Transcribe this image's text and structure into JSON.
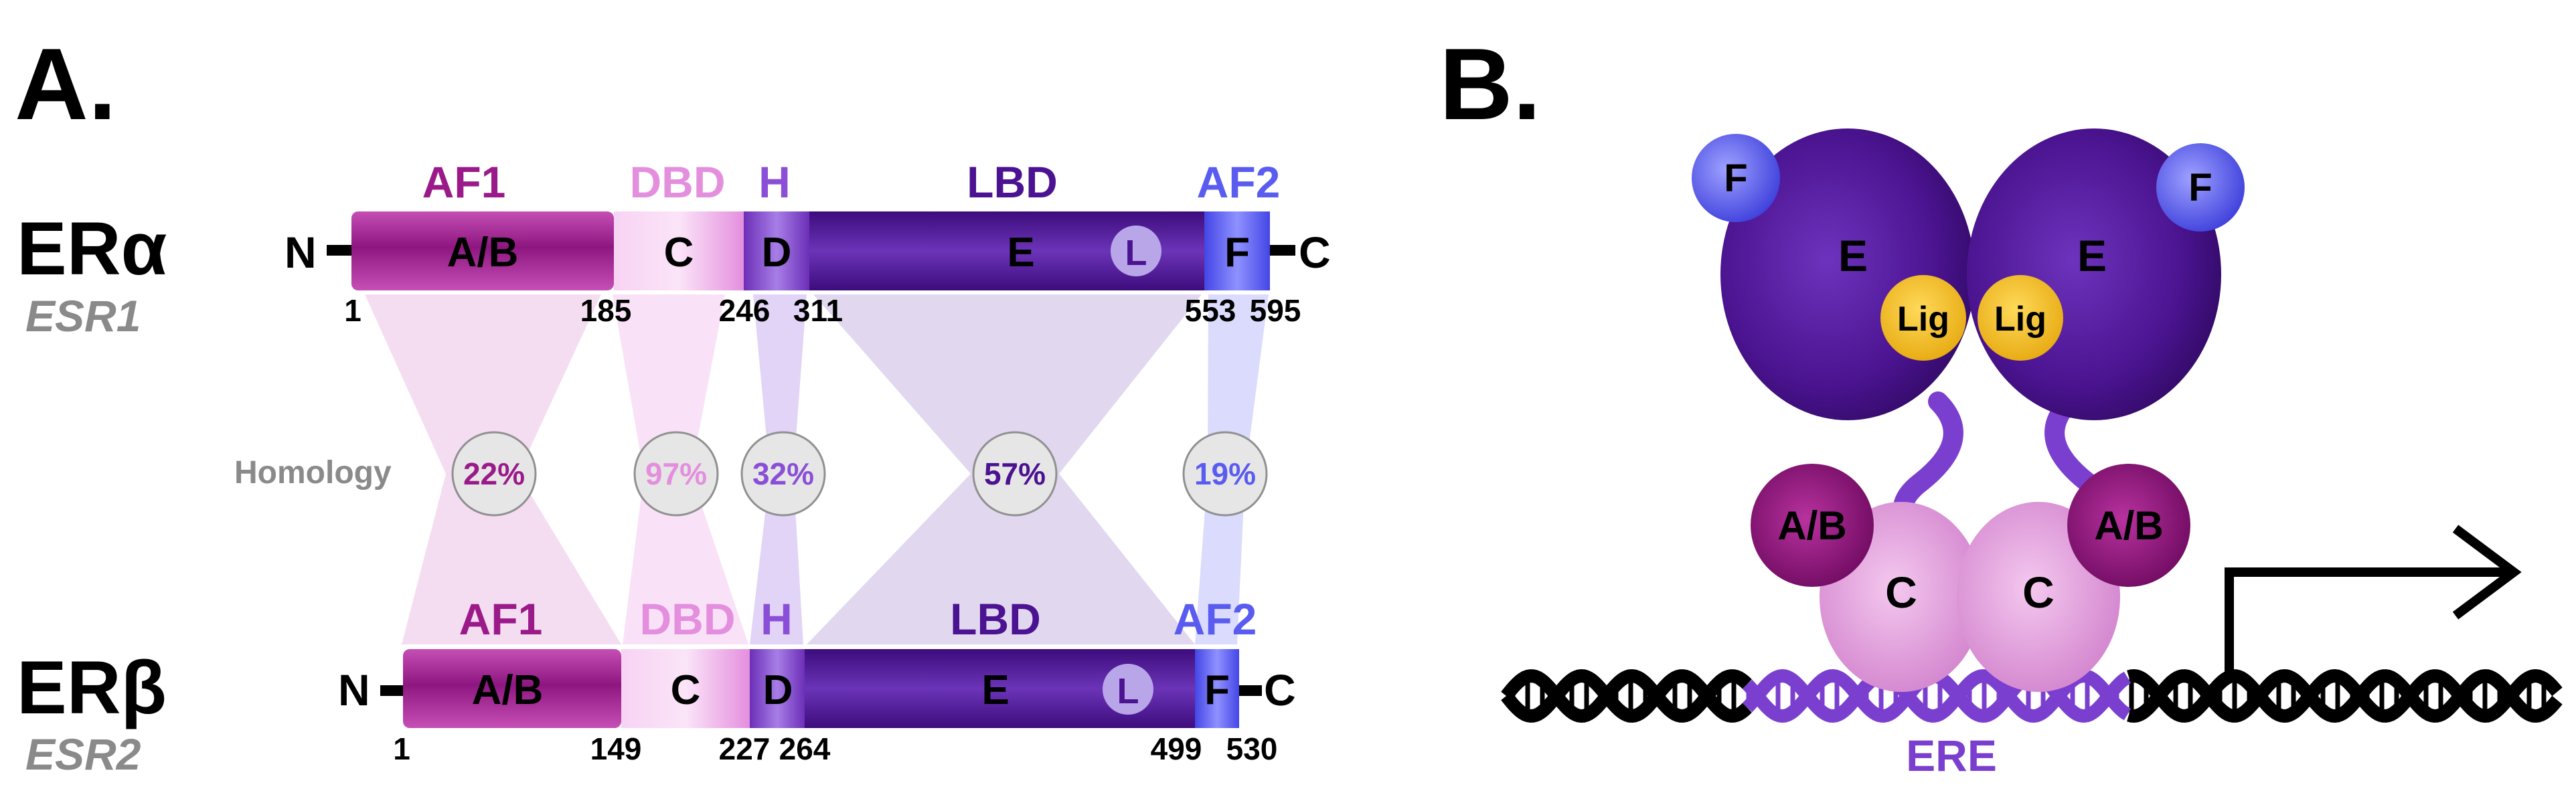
{
  "panel_a": {
    "label": "A.",
    "era": {
      "name": "ERα",
      "gene": "ESR1",
      "n_term": "N",
      "c_term": "C",
      "headers": [
        "AF1",
        "DBD",
        "H",
        "LBD",
        "AF2"
      ],
      "domains": [
        "A/B",
        "C",
        "D",
        "E",
        "F"
      ],
      "ligand_site": "L",
      "positions": [
        "1",
        "185",
        "246",
        "311",
        "553",
        "595"
      ]
    },
    "erb": {
      "name": "ERβ",
      "gene": "ESR2",
      "n_term": "N",
      "c_term": "C",
      "headers": [
        "AF1",
        "DBD",
        "H",
        "LBD",
        "AF2"
      ],
      "domains": [
        "A/B",
        "C",
        "D",
        "E",
        "F"
      ],
      "ligand_site": "L",
      "positions": [
        "1",
        "149",
        "227",
        "264",
        "499",
        "530"
      ]
    },
    "homology": {
      "label": "Homology",
      "values": [
        "22%",
        "97%",
        "32%",
        "57%",
        "19%"
      ]
    }
  },
  "panel_b": {
    "label": "B.",
    "left": {
      "f": "F",
      "e": "E",
      "lig": "Lig",
      "ab": "A/B",
      "c": "C"
    },
    "right": {
      "f": "F",
      "e": "E",
      "lig": "Lig",
      "ab": "A/B",
      "c": "C"
    },
    "ere_label": "ERE"
  },
  "colors": {
    "af1": "#9b1a8a",
    "dbd": "#e48fde",
    "hinge": "#8a4fd6",
    "lbd": "#4b1291",
    "af2": "#5a5cf0",
    "ligand": "#f2c230",
    "helix_ere": "#7b3fd0"
  }
}
